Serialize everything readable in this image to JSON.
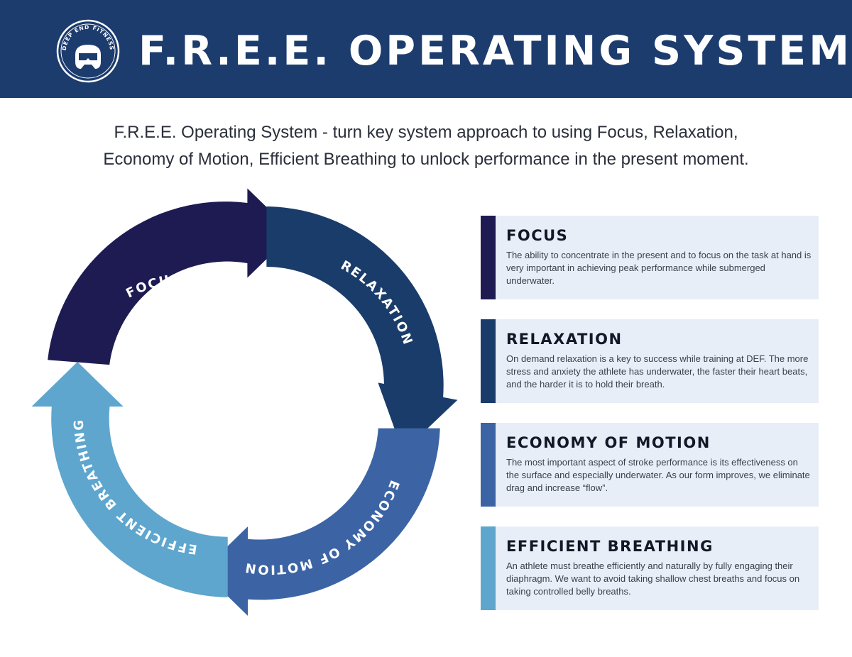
{
  "header": {
    "logo_text": "DEEP END FITNESS",
    "title": "F.R.E.E. OPERATING SYSTEM",
    "background": "#1d3c6e"
  },
  "subtitle": {
    "line1": "F.R.E.E. Operating System - turn key system approach to using Focus, Relaxation,",
    "line2": "Economy of Motion, Efficient Breathing to unlock performance in the present moment."
  },
  "cycle": {
    "segments": [
      {
        "label": "FOCUS",
        "color": "#1e1b52"
      },
      {
        "label": "RELAXATION",
        "color": "#1a3c6a"
      },
      {
        "label": "ECONOMY OF MOTION",
        "color": "#3c64a4"
      },
      {
        "label": "EFFICIENT BREATHING",
        "color": "#5ea6ce"
      }
    ]
  },
  "cards": [
    {
      "title": "FOCUS",
      "text": "The ability to concentrate in the present and to focus on the task at hand is very important in achieving peak performance while submerged underwater.",
      "accent": "#1e1b52"
    },
    {
      "title": "RELAXATION",
      "text": "On demand relaxation is a key to success while training at DEF. The more stress and anxiety the athlete has underwater, the faster their heart beats, and the harder it is to hold their breath.",
      "accent": "#1a3c6a"
    },
    {
      "title": "ECONOMY OF MOTION",
      "text": "The most important aspect of stroke performance is its effectiveness on the surface and especially underwater. As our form improves, we eliminate drag and increase “flow”.",
      "accent": "#3c64a4"
    },
    {
      "title": "EFFICIENT BREATHING",
      "text": "An athlete must breathe efficiently and naturally by fully engaging their diaphragm. We want to avoid taking shallow chest breaths and focus on taking controlled belly breaths.",
      "accent": "#5ea6ce"
    }
  ]
}
